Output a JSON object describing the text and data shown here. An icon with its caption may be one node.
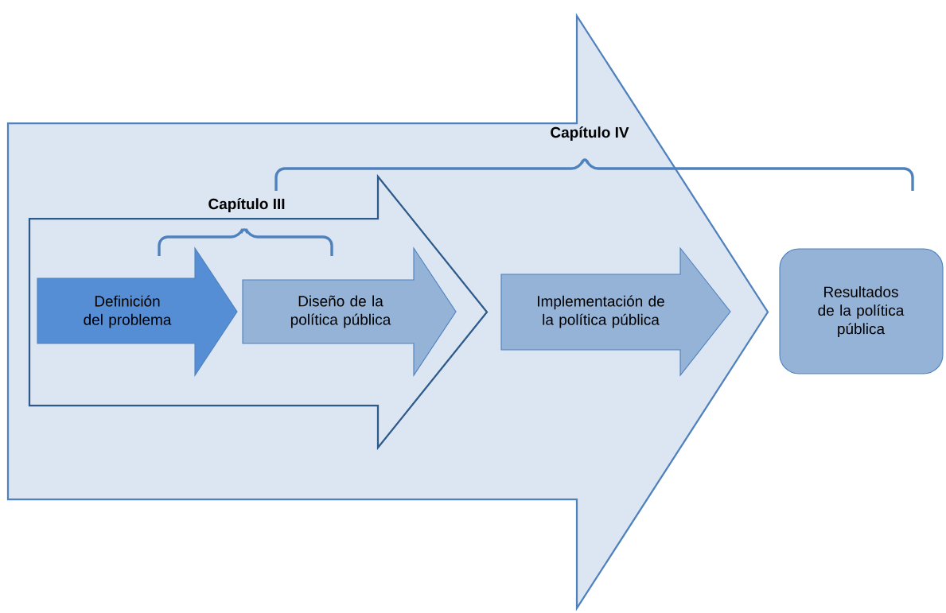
{
  "diagram": {
    "nodes": [
      {
        "text": [],
        "shape": "arrow"
      },
      {
        "text": [],
        "shape": "arrow",
        "in": 0
      },
      {
        "text": [
          "Definición del problema"
        ],
        "in": 1
      },
      {
        "text": [
          "Diseño de la política pública"
        ],
        "in": 1
      },
      {
        "text": [
          "Implementación de la política pública"
        ],
        "in": 0
      },
      {
        "text": [
          "Resultados de la política pública"
        ]
      }
    ],
    "edges": [],
    "labels": [
      "Capítulo IV",
      "Capítulo III"
    ]
  }
}
